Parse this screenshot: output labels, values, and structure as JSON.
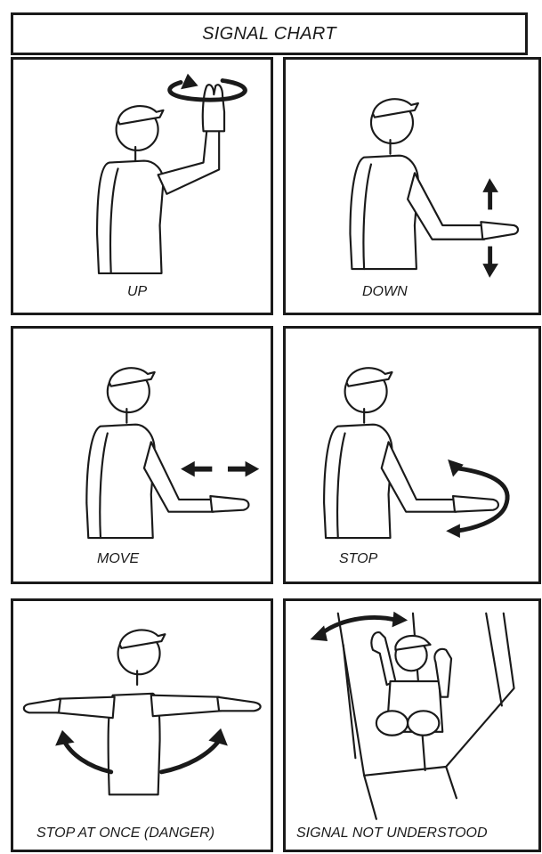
{
  "title": "SIGNAL CHART",
  "signals": [
    {
      "label": "UP"
    },
    {
      "label": "DOWN"
    },
    {
      "label": "MOVE"
    },
    {
      "label": "STOP"
    },
    {
      "label": "STOP AT ONCE (DANGER)"
    },
    {
      "label": "SIGNAL NOT UNDERSTOOD"
    }
  ]
}
